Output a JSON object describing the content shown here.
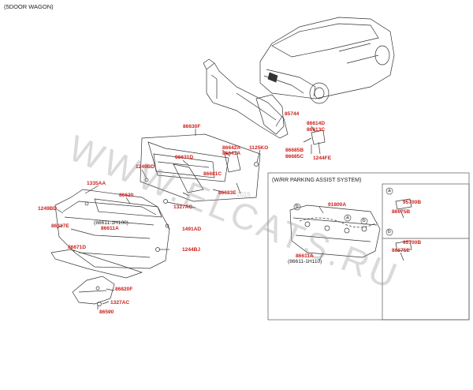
{
  "title": "(5DOOR WAGON)",
  "inset_title": "(W/RR PARKING ASSIST SYSTEM)",
  "watermark": "WWW.ELCATS.RU",
  "watermark_year": "2015",
  "colors": {
    "part_number": "#cc1f1a",
    "line": "#333333",
    "box_border": "#555555"
  },
  "labels": {
    "p86630F": "86630F",
    "p85744": "85744",
    "p86614D": "86614D",
    "p86613C": "86613C",
    "p86642A": "86642A",
    "p86641A": "86641A",
    "p1125KO": "1125KO",
    "p86685B": "86685B",
    "p86685C": "86685C",
    "p1244FE": "1244FE",
    "p86631D": "86631D",
    "p1249BD_a": "1249BD",
    "p86681C": "86681C",
    "p86683E": "86683E",
    "p1335AA": "1335AA",
    "p86620": "86620",
    "p1327AC_a": "1327AC",
    "p1249BD_b": "1249BD",
    "p86617E": "86617E",
    "p86611_1H100": "(86611-1H100)",
    "p86611A_a": "86611A",
    "p1491AD": "1491AD",
    "p86671D": "86671D",
    "p1244BJ": "1244BJ",
    "p86820F": "86820F",
    "p1327AC_b": "1327AC",
    "p86590": "86590",
    "p91800A": "91800A",
    "p86611A_b": "86611A",
    "p86611_1H110": "(86611-1H110)",
    "p95700B_a": "95700B",
    "p86675B": "86675B",
    "p95700B_b": "95700B",
    "p86675E": "86675E",
    "callout_a": "a",
    "callout_b": "b",
    "callout_a2": "a",
    "callout_b2": "b",
    "callout_b3": "b"
  }
}
